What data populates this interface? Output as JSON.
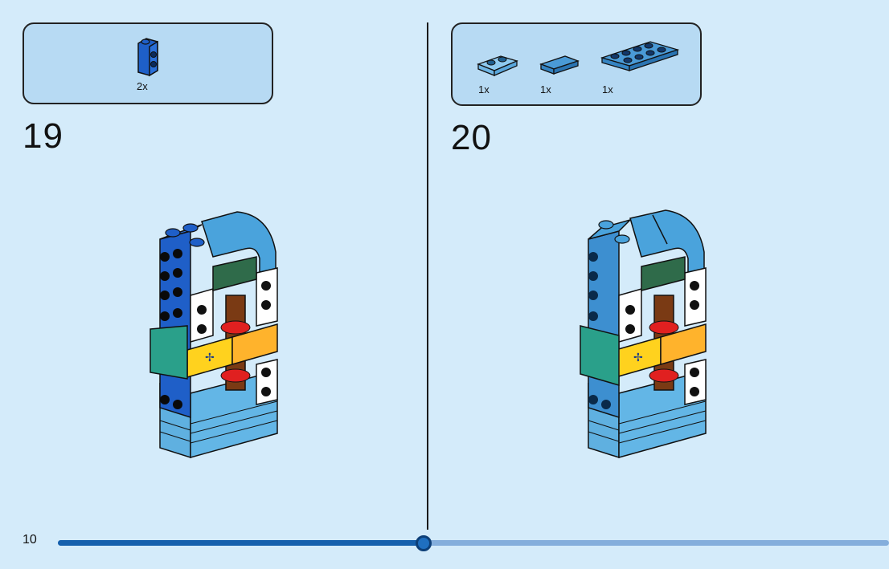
{
  "page": {
    "number": "10",
    "progress_fraction": 0.44
  },
  "steps": [
    {
      "number": "19",
      "parts": [
        {
          "name": "blue-brick-1x1-side-studs-icon",
          "qty": "2x"
        }
      ]
    },
    {
      "number": "20",
      "parts": [
        {
          "name": "light-blue-plate-1x2-icon",
          "qty": "1x"
        },
        {
          "name": "blue-tile-1x2-icon",
          "qty": "1x"
        },
        {
          "name": "blue-plate-2x4-icon",
          "qty": "1x"
        }
      ]
    }
  ],
  "colors": {
    "background": "#d4ebfa",
    "parts_box": "#b7daf3",
    "progress_fill": "#1560ad",
    "progress_track": "#84aedc"
  }
}
